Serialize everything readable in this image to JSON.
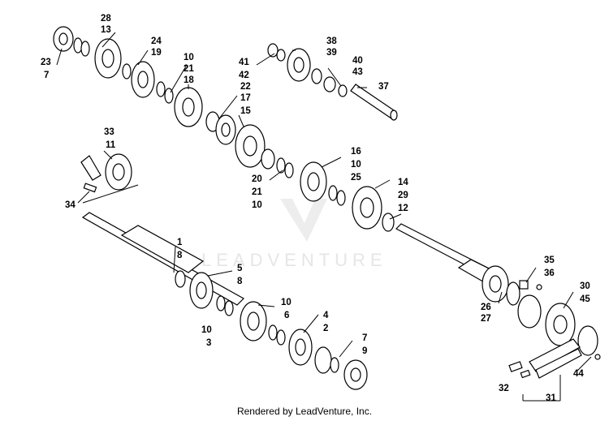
{
  "watermark": "LEADVENTURE",
  "credit": "Rendered by LeadVenture, Inc.",
  "callouts": [
    {
      "id": "28",
      "text": "28"
    },
    {
      "id": "13",
      "text": "13"
    },
    {
      "id": "23",
      "text": "23"
    },
    {
      "id": "7a",
      "text": "7"
    },
    {
      "id": "24",
      "text": "24"
    },
    {
      "id": "19",
      "text": "19"
    },
    {
      "id": "10a",
      "text": "10"
    },
    {
      "id": "21a",
      "text": "21"
    },
    {
      "id": "18",
      "text": "18"
    },
    {
      "id": "22",
      "text": "22"
    },
    {
      "id": "17",
      "text": "17"
    },
    {
      "id": "15",
      "text": "15"
    },
    {
      "id": "38",
      "text": "38"
    },
    {
      "id": "39",
      "text": "39"
    },
    {
      "id": "41",
      "text": "41"
    },
    {
      "id": "42",
      "text": "42"
    },
    {
      "id": "40",
      "text": "40"
    },
    {
      "id": "43",
      "text": "43"
    },
    {
      "id": "37",
      "text": "37"
    },
    {
      "id": "33",
      "text": "33"
    },
    {
      "id": "11",
      "text": "11"
    },
    {
      "id": "34",
      "text": "34"
    },
    {
      "id": "16",
      "text": "16"
    },
    {
      "id": "10b",
      "text": "10"
    },
    {
      "id": "25",
      "text": "25"
    },
    {
      "id": "20",
      "text": "20"
    },
    {
      "id": "21b",
      "text": "21"
    },
    {
      "id": "10c",
      "text": "10"
    },
    {
      "id": "14",
      "text": "14"
    },
    {
      "id": "29",
      "text": "29"
    },
    {
      "id": "12",
      "text": "12"
    },
    {
      "id": "1",
      "text": "1"
    },
    {
      "id": "8a",
      "text": "8"
    },
    {
      "id": "5",
      "text": "5"
    },
    {
      "id": "8b",
      "text": "8"
    },
    {
      "id": "10d",
      "text": "10"
    },
    {
      "id": "6",
      "text": "6"
    },
    {
      "id": "10e",
      "text": "10"
    },
    {
      "id": "3",
      "text": "3"
    },
    {
      "id": "4",
      "text": "4"
    },
    {
      "id": "2",
      "text": "2"
    },
    {
      "id": "7b",
      "text": "7"
    },
    {
      "id": "9",
      "text": "9"
    },
    {
      "id": "35",
      "text": "35"
    },
    {
      "id": "36",
      "text": "36"
    },
    {
      "id": "30",
      "text": "30"
    },
    {
      "id": "45",
      "text": "45"
    },
    {
      "id": "26",
      "text": "26"
    },
    {
      "id": "27",
      "text": "27"
    },
    {
      "id": "44",
      "text": "44"
    },
    {
      "id": "32",
      "text": "32"
    },
    {
      "id": "31",
      "text": "31"
    }
  ]
}
